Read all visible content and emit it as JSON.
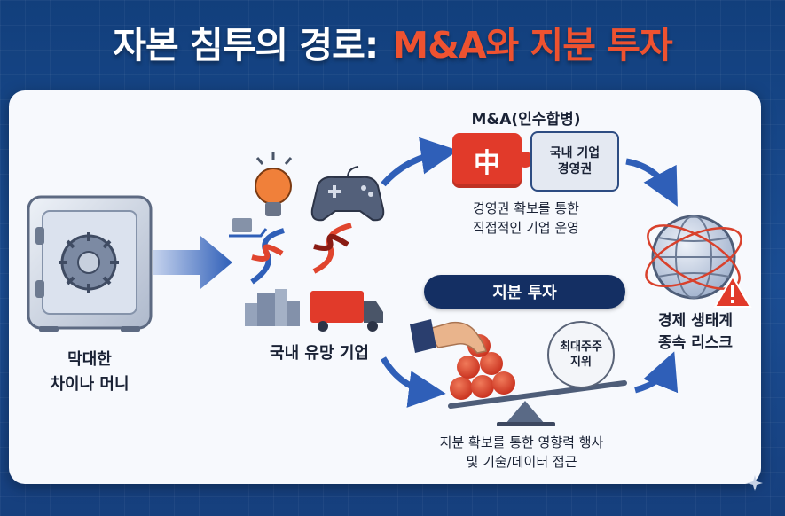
{
  "title": {
    "part1": "자본 침투의 경로:",
    "part2": "M&A와 지분 투자"
  },
  "source": {
    "line1": "막대한",
    "line2": "차이나 머니"
  },
  "middle": {
    "label": "국내 유망 기업"
  },
  "ma": {
    "heading": "M&A(인수합병)",
    "china_piece": "中",
    "korea_piece_line1": "국내 기업",
    "korea_piece_line2": "경영권",
    "desc_line1": "경영권 확보를 통한",
    "desc_line2": "직접적인 기업 운영"
  },
  "equity": {
    "heading": "지분 투자",
    "circle_line1": "최대주주",
    "circle_line2": "지위",
    "desc_line1": "지분 확보를 통한 영향력 행사",
    "desc_line2": "및 기술/데이터 접근"
  },
  "risk": {
    "line1": "경제 생태계",
    "line2": "종속 리스크"
  },
  "colors": {
    "accent_red": "#ee5230",
    "navy": "#142f63",
    "arrow_blue": "#2f5fb8"
  },
  "icons": [
    "safe-icon",
    "lightbulb-icon",
    "gamepad-icon",
    "dna-icon",
    "buildings-icon",
    "truck-icon",
    "puzzle-icon",
    "globe-icon",
    "warning-icon",
    "hand-icon",
    "coins-icon",
    "seesaw-icon",
    "sparkle-icon"
  ]
}
